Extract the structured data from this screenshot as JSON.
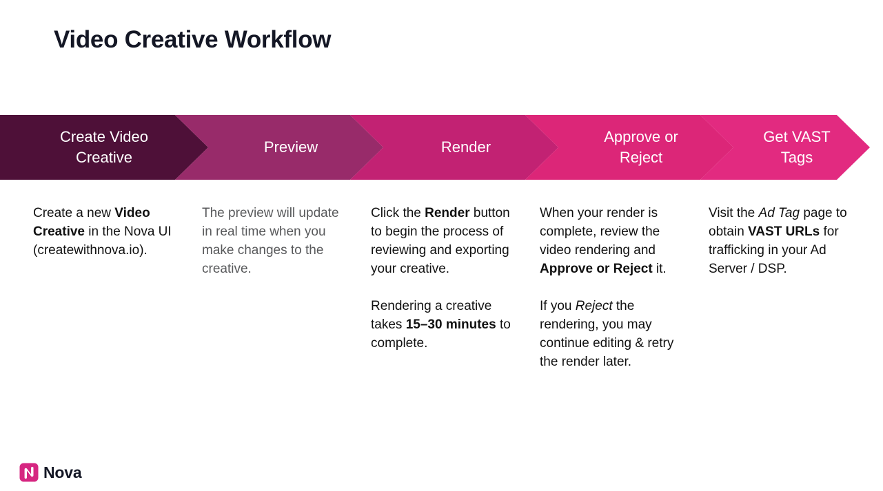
{
  "page": {
    "title": "Video Creative Workflow",
    "background": "#ffffff",
    "title_color": "#141725"
  },
  "workflow": {
    "steps": [
      {
        "label": "Create Video\nCreative",
        "color": "#4E1038"
      },
      {
        "label": "Preview",
        "color": "#982B6A"
      },
      {
        "label": "Render",
        "color": "#C22273"
      },
      {
        "label": "Approve or\nReject",
        "color": "#DC2678"
      },
      {
        "label": "Get VAST\nTags",
        "color": "#E22A80"
      }
    ]
  },
  "columns": [
    {
      "name": "create-video-creative",
      "text_color": "#111111",
      "paragraphs": [
        [
          {
            "t": "Create a new ",
            "style": "normal"
          },
          {
            "t": "Video Creative",
            "style": "bold"
          },
          {
            "t": " in the Nova UI (createwithnova.io).",
            "style": "normal"
          }
        ]
      ]
    },
    {
      "name": "preview",
      "text_color": "#58595b",
      "paragraphs": [
        [
          {
            "t": "The preview will update in real time when you make changes to the creative.",
            "style": "normal"
          }
        ]
      ]
    },
    {
      "name": "render",
      "text_color": "#111111",
      "paragraphs": [
        [
          {
            "t": "Click the ",
            "style": "normal"
          },
          {
            "t": "Render",
            "style": "bold"
          },
          {
            "t": " button to begin the process of reviewing and exporting your creative.",
            "style": "normal"
          }
        ],
        [
          {
            "t": "Rendering a creative takes ",
            "style": "normal"
          },
          {
            "t": "15–30 minutes",
            "style": "bold"
          },
          {
            "t": " to complete.",
            "style": "normal"
          }
        ]
      ]
    },
    {
      "name": "approve-or-reject",
      "text_color": "#111111",
      "paragraphs": [
        [
          {
            "t": "When your render is complete, review the video rendering and ",
            "style": "normal"
          },
          {
            "t": "Approve or Reject",
            "style": "bold"
          },
          {
            "t": " it.",
            "style": "normal"
          }
        ],
        [
          {
            "t": "If you ",
            "style": "normal"
          },
          {
            "t": "Reject",
            "style": "italic"
          },
          {
            "t": " the rendering, you may continue editing & retry the render later.",
            "style": "normal"
          }
        ]
      ]
    },
    {
      "name": "get-vast-tags",
      "text_color": "#111111",
      "paragraphs": [
        [
          {
            "t": "Visit the ",
            "style": "normal"
          },
          {
            "t": "Ad Tag",
            "style": "italic"
          },
          {
            "t": " page to obtain ",
            "style": "normal"
          },
          {
            "t": "VAST URLs",
            "style": "bold"
          },
          {
            "t": " for trafficking in your Ad Server / DSP.",
            "style": "normal"
          }
        ]
      ]
    }
  ],
  "logo": {
    "wordmark": "Nova",
    "mark_icon": "nova-n-mark-icon",
    "mark_color": "#D62681",
    "word_color": "#141725"
  }
}
